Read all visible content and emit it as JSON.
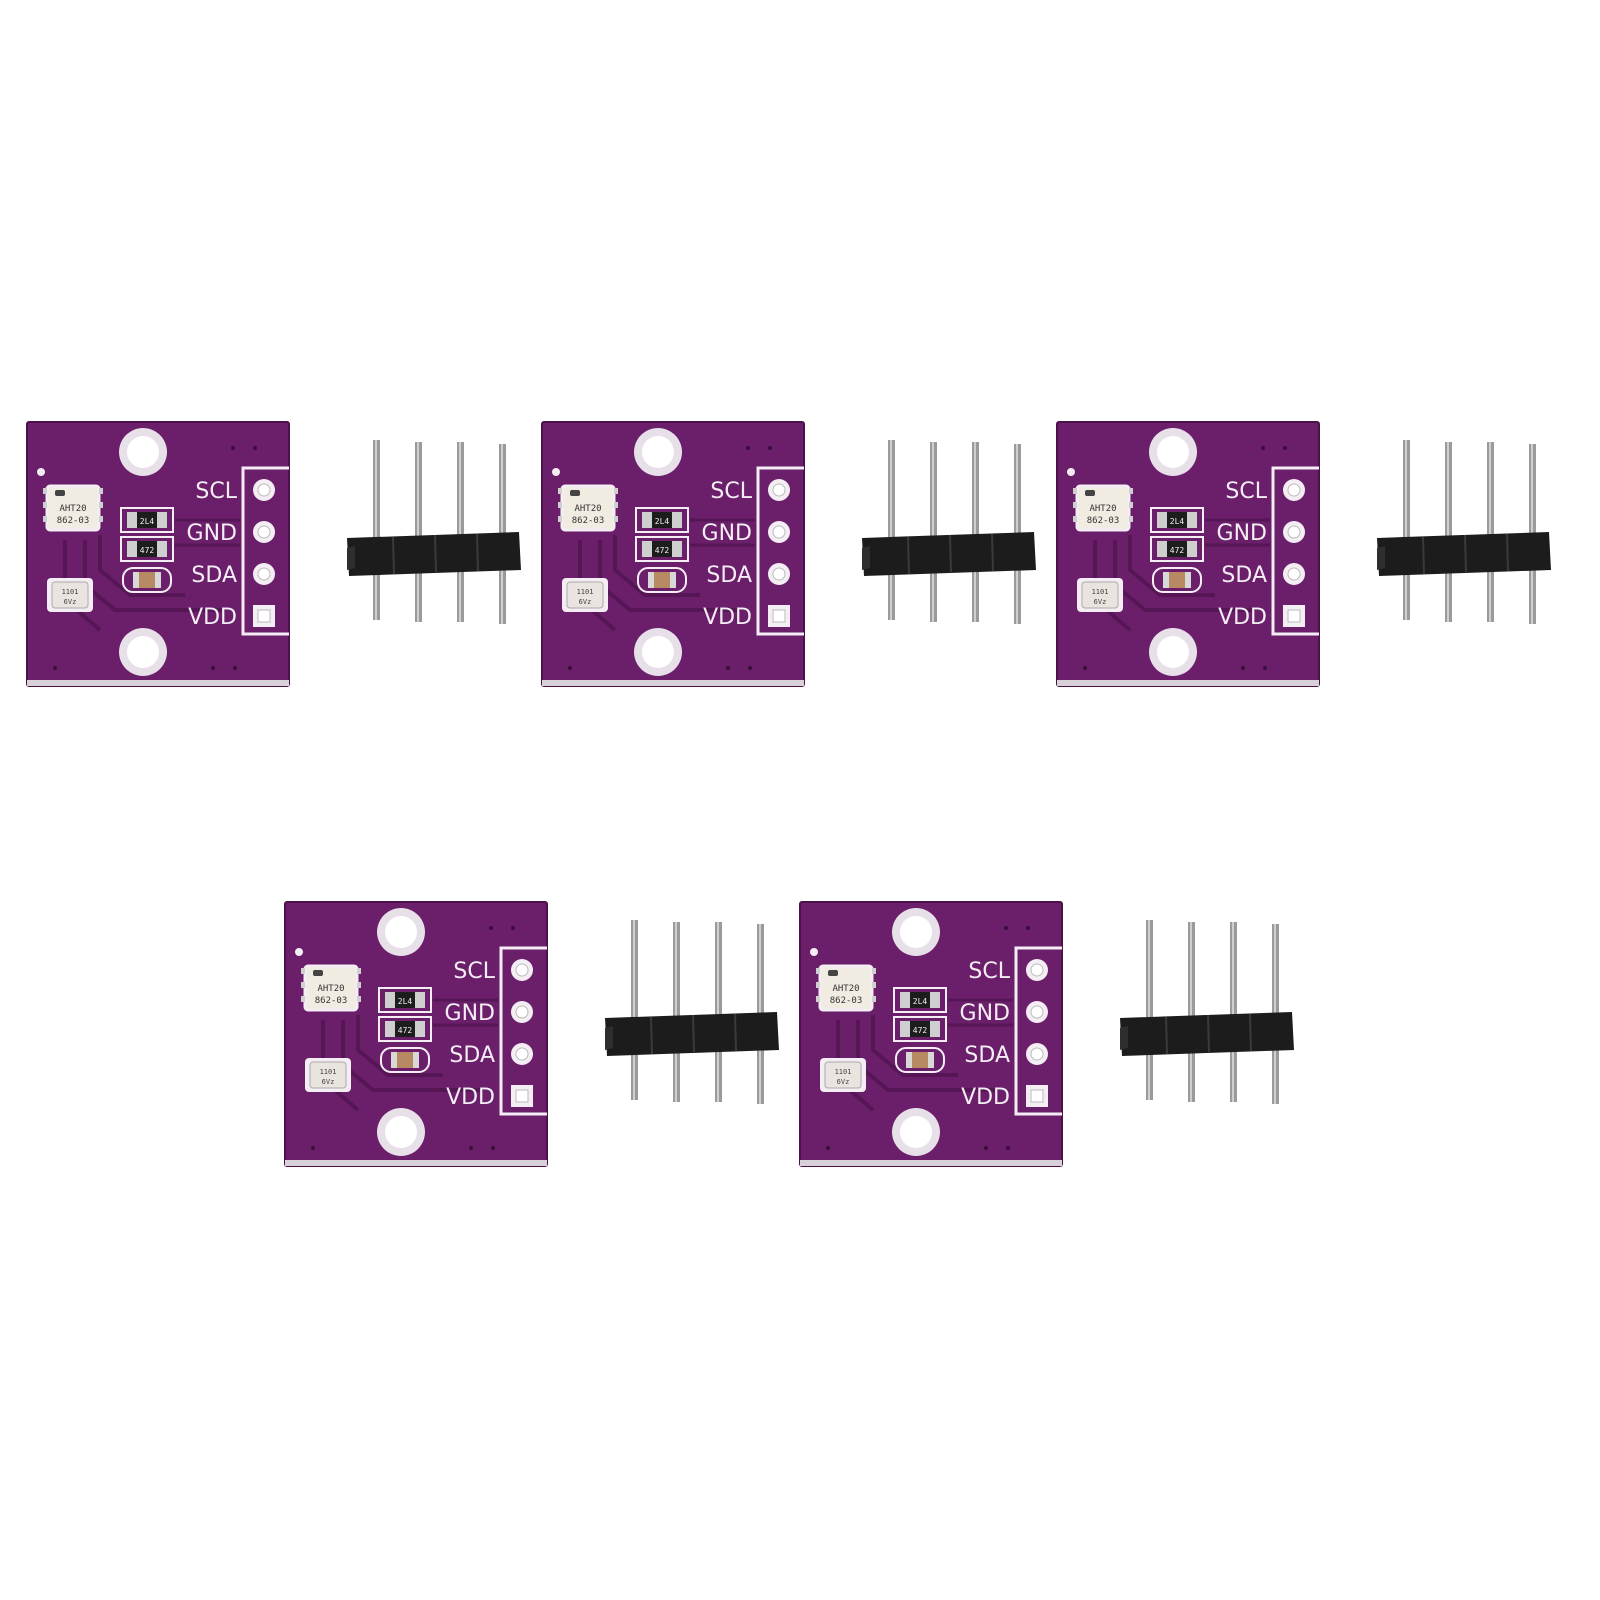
{
  "colors": {
    "pcb": "#6b1f6b",
    "pcb_dark": "#561656",
    "silkscreen": "#f4eef4",
    "pin_metal": "#9a9a9a",
    "header_plastic": "#1c1c1c"
  },
  "modules": [
    {
      "pins": [
        "SCL",
        "GND",
        "SDA",
        "VDD"
      ],
      "chip_label_line1": "AHT20",
      "chip_label_line2": "862-03",
      "res_label_1": "2L4",
      "res_label_2": "472",
      "sensor_label_1": "1101",
      "sensor_label_2": "6Vz"
    },
    {
      "pins": [
        "SCL",
        "GND",
        "SDA",
        "VDD"
      ],
      "chip_label_line1": "AHT20",
      "chip_label_line2": "862-03",
      "res_label_1": "2L4",
      "res_label_2": "472",
      "sensor_label_1": "1101",
      "sensor_label_2": "6Vz"
    },
    {
      "pins": [
        "SCL",
        "GND",
        "SDA",
        "VDD"
      ],
      "chip_label_line1": "AHT20",
      "chip_label_line2": "862-03",
      "res_label_1": "2L4",
      "res_label_2": "472",
      "sensor_label_1": "1101",
      "sensor_label_2": "6Vz"
    },
    {
      "pins": [
        "SCL",
        "GND",
        "SDA",
        "VDD"
      ],
      "chip_label_line1": "AHT20",
      "chip_label_line2": "862-03",
      "res_label_1": "2L4",
      "res_label_2": "472",
      "sensor_label_1": "1101",
      "sensor_label_2": "6Vz"
    },
    {
      "pins": [
        "SCL",
        "GND",
        "SDA",
        "VDD"
      ],
      "chip_label_line1": "AHT20",
      "chip_label_line2": "862-03",
      "res_label_1": "2L4",
      "res_label_2": "472",
      "sensor_label_1": "1101",
      "sensor_label_2": "6Vz"
    }
  ]
}
